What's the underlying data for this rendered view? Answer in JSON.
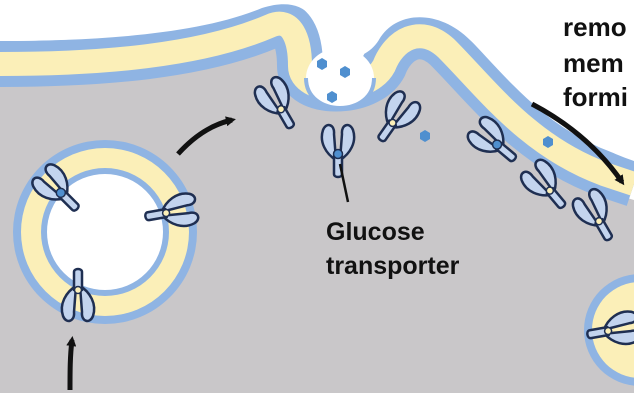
{
  "labels": {
    "glucose_transporter_line1": "Glucose",
    "glucose_transporter_line2": "transporter",
    "corner_line1": "remo",
    "corner_line2": "mem",
    "corner_line3": "formi"
  },
  "colors": {
    "cytoplasm": "#c9c7c9",
    "membrane_outer": "#8fb4e3",
    "membrane_inner": "#fbefb8",
    "transporter_fill": "#c3d4ee",
    "transporter_stroke": "#1f2f52",
    "glucose": "#4f8fcf",
    "arrow": "#111111",
    "text": "#111111"
  },
  "icons": {
    "transporter": "glucose-transporter-icon",
    "glucose": "glucose-molecule-icon",
    "arrow": "arrow-icon"
  }
}
